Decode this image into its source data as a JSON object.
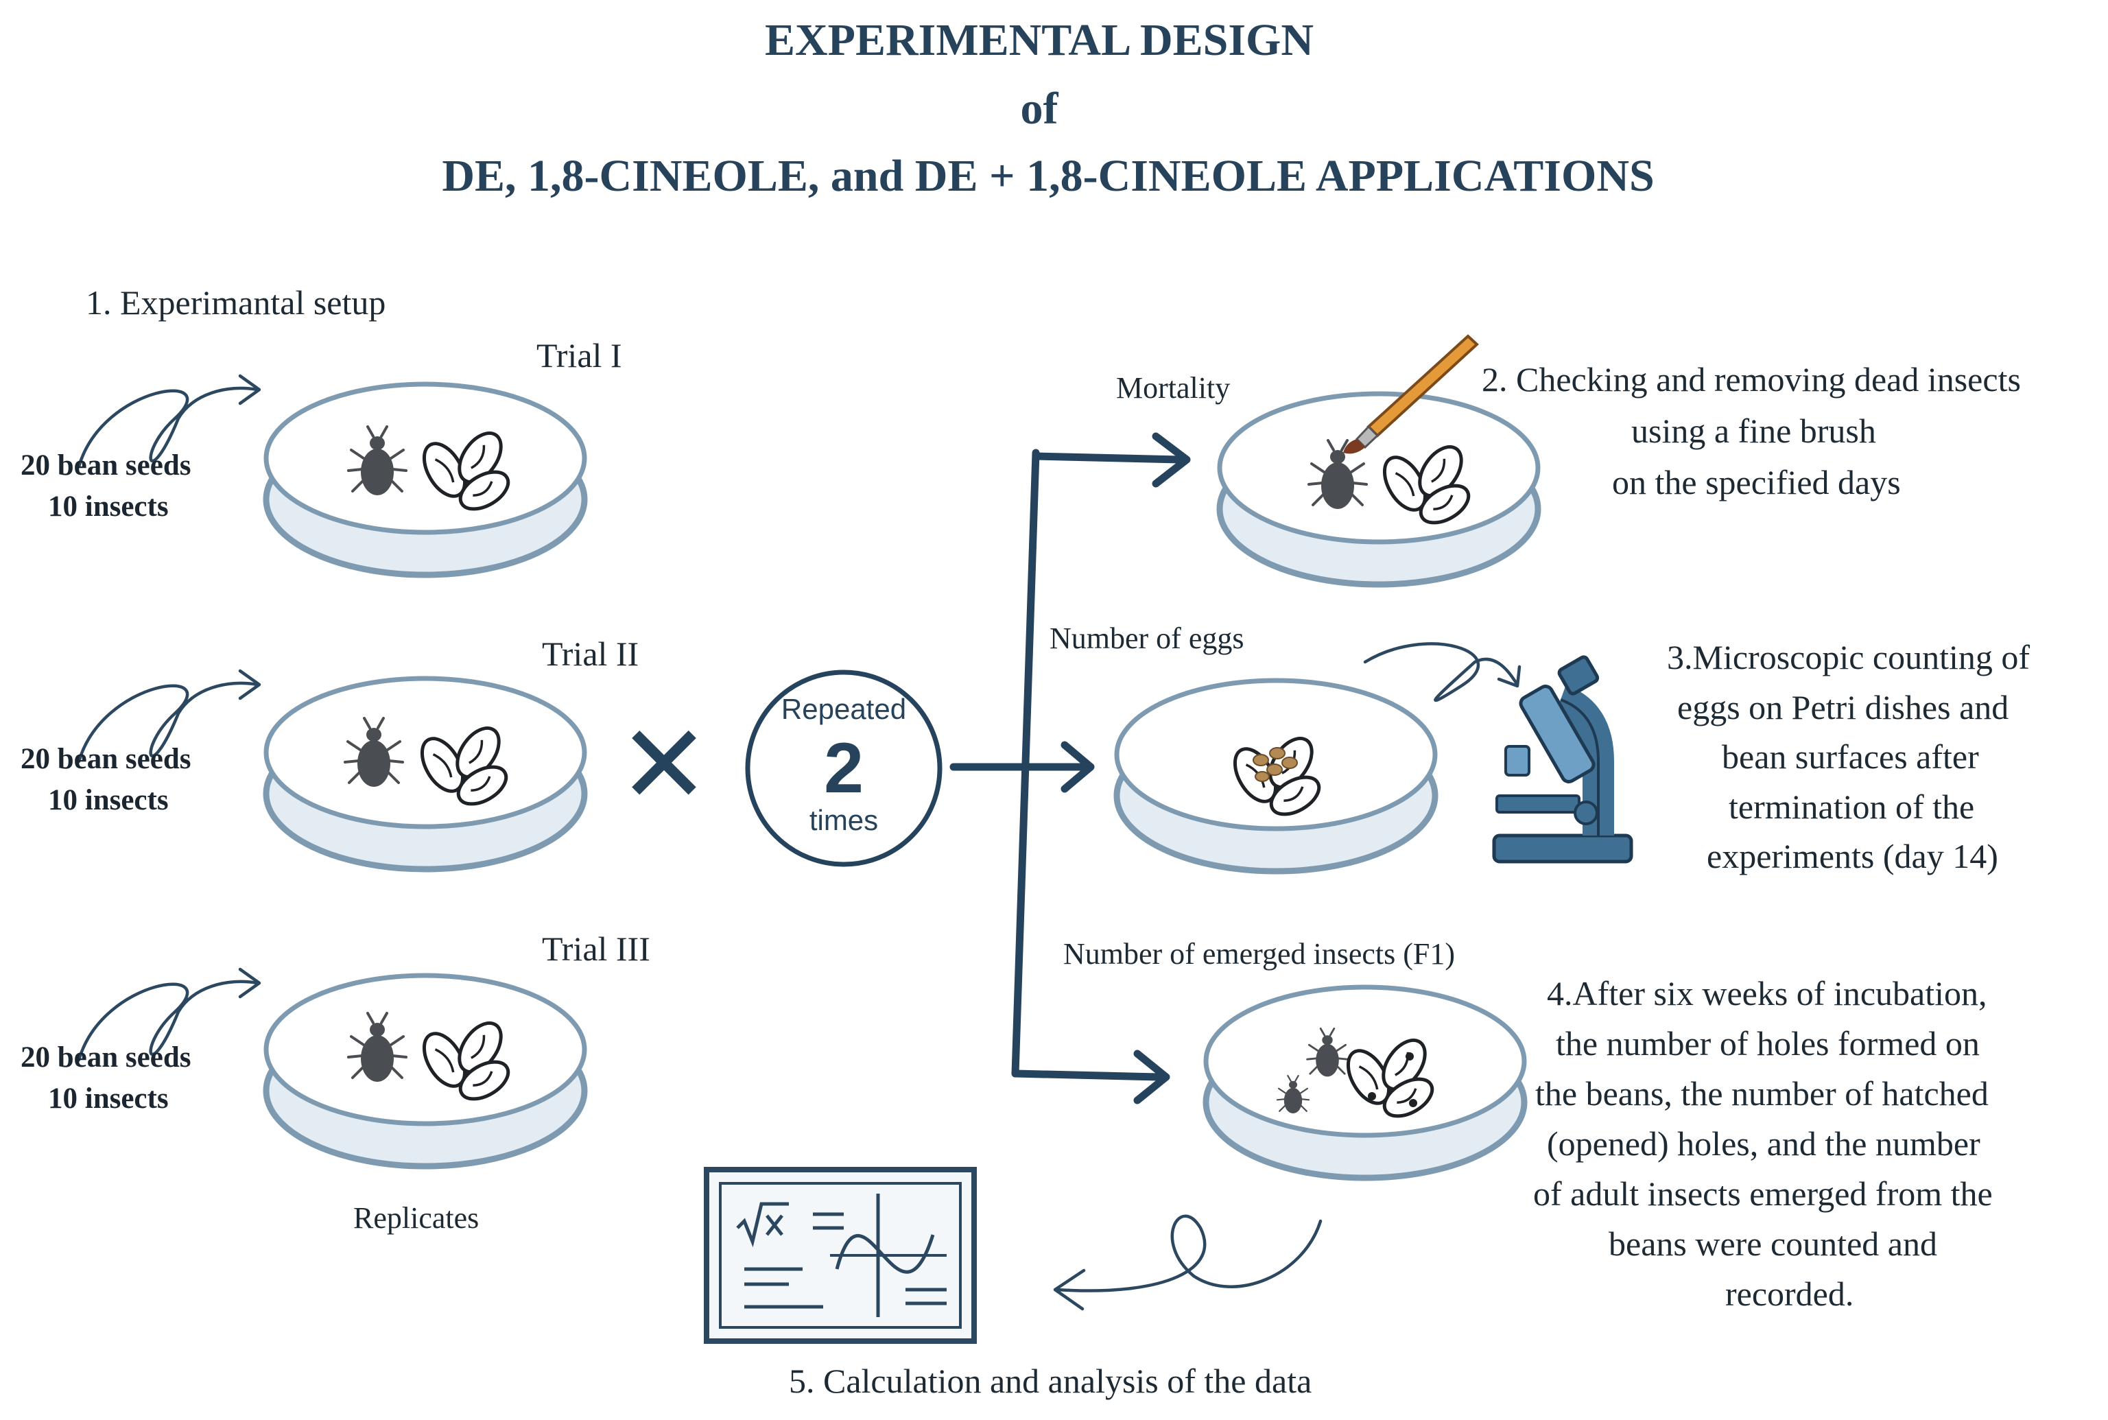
{
  "title": {
    "line1": "EXPERIMENTAL DESIGN",
    "line2": "of",
    "line3": "DE, 1,8-CINEOLE, and DE + 1,8-CINEOLE APPLICATIONS"
  },
  "setup": {
    "step_label": "1. Experimantal setup",
    "replicates_label": "Replicates",
    "trials": [
      {
        "name": "Trial I",
        "seeds": "20 bean seeds",
        "insects": "10 insects"
      },
      {
        "name": "Trial II",
        "seeds": "20 bean seeds",
        "insects": "10 insects"
      },
      {
        "name": "Trial III",
        "seeds": "20 bean seeds",
        "insects": "10 insects"
      }
    ]
  },
  "multiply_symbol": "✕",
  "repeat": {
    "top": "Repeated",
    "number": "2",
    "bottom": "times"
  },
  "outcomes": {
    "mortality": "Mortality",
    "eggs": "Number of eggs",
    "emerged": "Number of emerged insects (F1)"
  },
  "steps": {
    "step2": [
      "2. Checking and removing dead insects",
      "using a fine brush",
      "on the specified days"
    ],
    "step3": [
      "3.Microscopic counting of",
      "eggs on Petri dishes and",
      "bean surfaces after",
      "termination of the",
      "experiments (day 14)"
    ],
    "step4": [
      "4.After six weeks of incubation,",
      "the number of holes formed on",
      "the beans, the number of hatched",
      "(opened) holes, and the number",
      "of adult insects emerged from the",
      "beans were counted and",
      "recorded."
    ],
    "step5": "5. Calculation and analysis of the data"
  },
  "icons": {
    "insect": "beetle-icon",
    "bean": "bean-seeds-icon",
    "brush": "paint-brush-icon",
    "microscope": "microscope-icon",
    "board": "math-board-icon"
  },
  "colors": {
    "title": "#27435b",
    "flow": "#25435c",
    "dish": "#7e9ab1",
    "microscope": "#3f6f92",
    "brush_handle": "#e59a3a"
  }
}
